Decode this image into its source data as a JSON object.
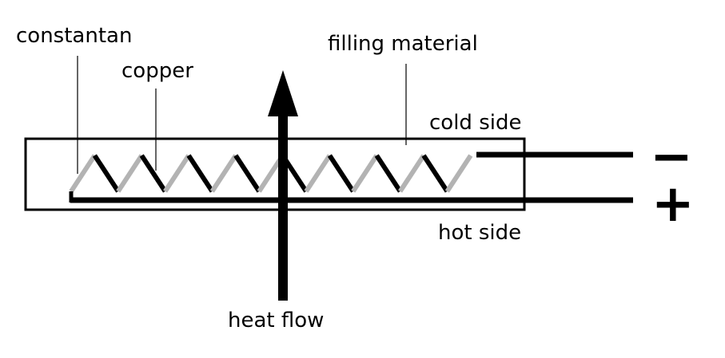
{
  "labels": {
    "constantan": "constantan",
    "copper": "copper",
    "filling_material": "filling material",
    "cold_side": "cold side",
    "hot_side": "hot side",
    "heat_flow": "heat flow",
    "minus": "−",
    "plus": "+"
  },
  "colors": {
    "copper": "#000000",
    "constantan": "#b3b3b3",
    "outline": "#000000"
  },
  "junction_pairs": 9
}
